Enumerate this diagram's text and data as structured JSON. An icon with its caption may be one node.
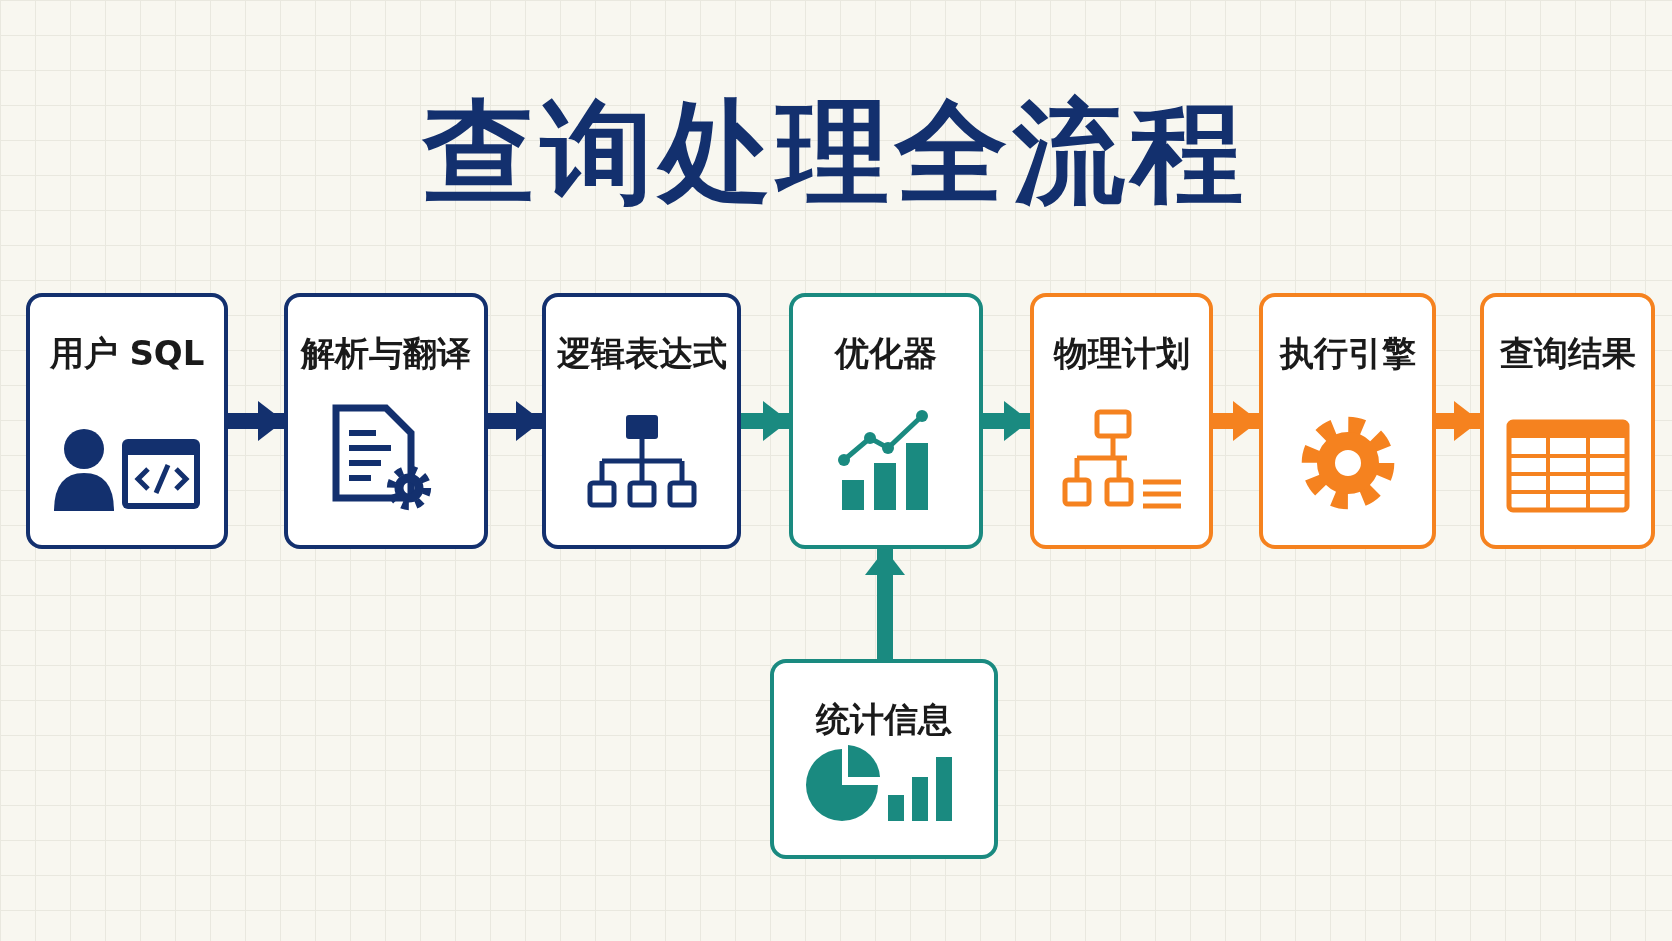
{
  "diagram": {
    "title": "查询处理全流程",
    "nodes": [
      {
        "text": [
          "用户 SQL"
        ]
      },
      {
        "text": [
          "解析与翻译"
        ]
      },
      {
        "text": [
          "逻辑表达式"
        ]
      },
      {
        "text": [
          "优化器"
        ]
      },
      {
        "text": [
          "物理计划"
        ]
      },
      {
        "text": [
          "执行引擎"
        ]
      },
      {
        "text": [
          "查询结果"
        ]
      },
      {
        "text": [
          "统计信息"
        ]
      }
    ],
    "edges": [
      {
        "from": 0,
        "to": 1,
        "arrow": "to",
        "color": "#13306e"
      },
      {
        "from": 1,
        "to": 2,
        "arrow": "to",
        "color": "#13306e"
      },
      {
        "from": 2,
        "to": 3,
        "arrow": "to",
        "color": "#1a8a80"
      },
      {
        "from": 3,
        "to": 4,
        "arrow": "to",
        "color": "#1a8a80"
      },
      {
        "from": 4,
        "to": 5,
        "arrow": "to",
        "color": "#f5821f"
      },
      {
        "from": 5,
        "to": 6,
        "arrow": "to",
        "color": "#f5821f"
      },
      {
        "from": 7,
        "to": 3,
        "arrow": "to",
        "color": "#1a8a80"
      }
    ]
  }
}
